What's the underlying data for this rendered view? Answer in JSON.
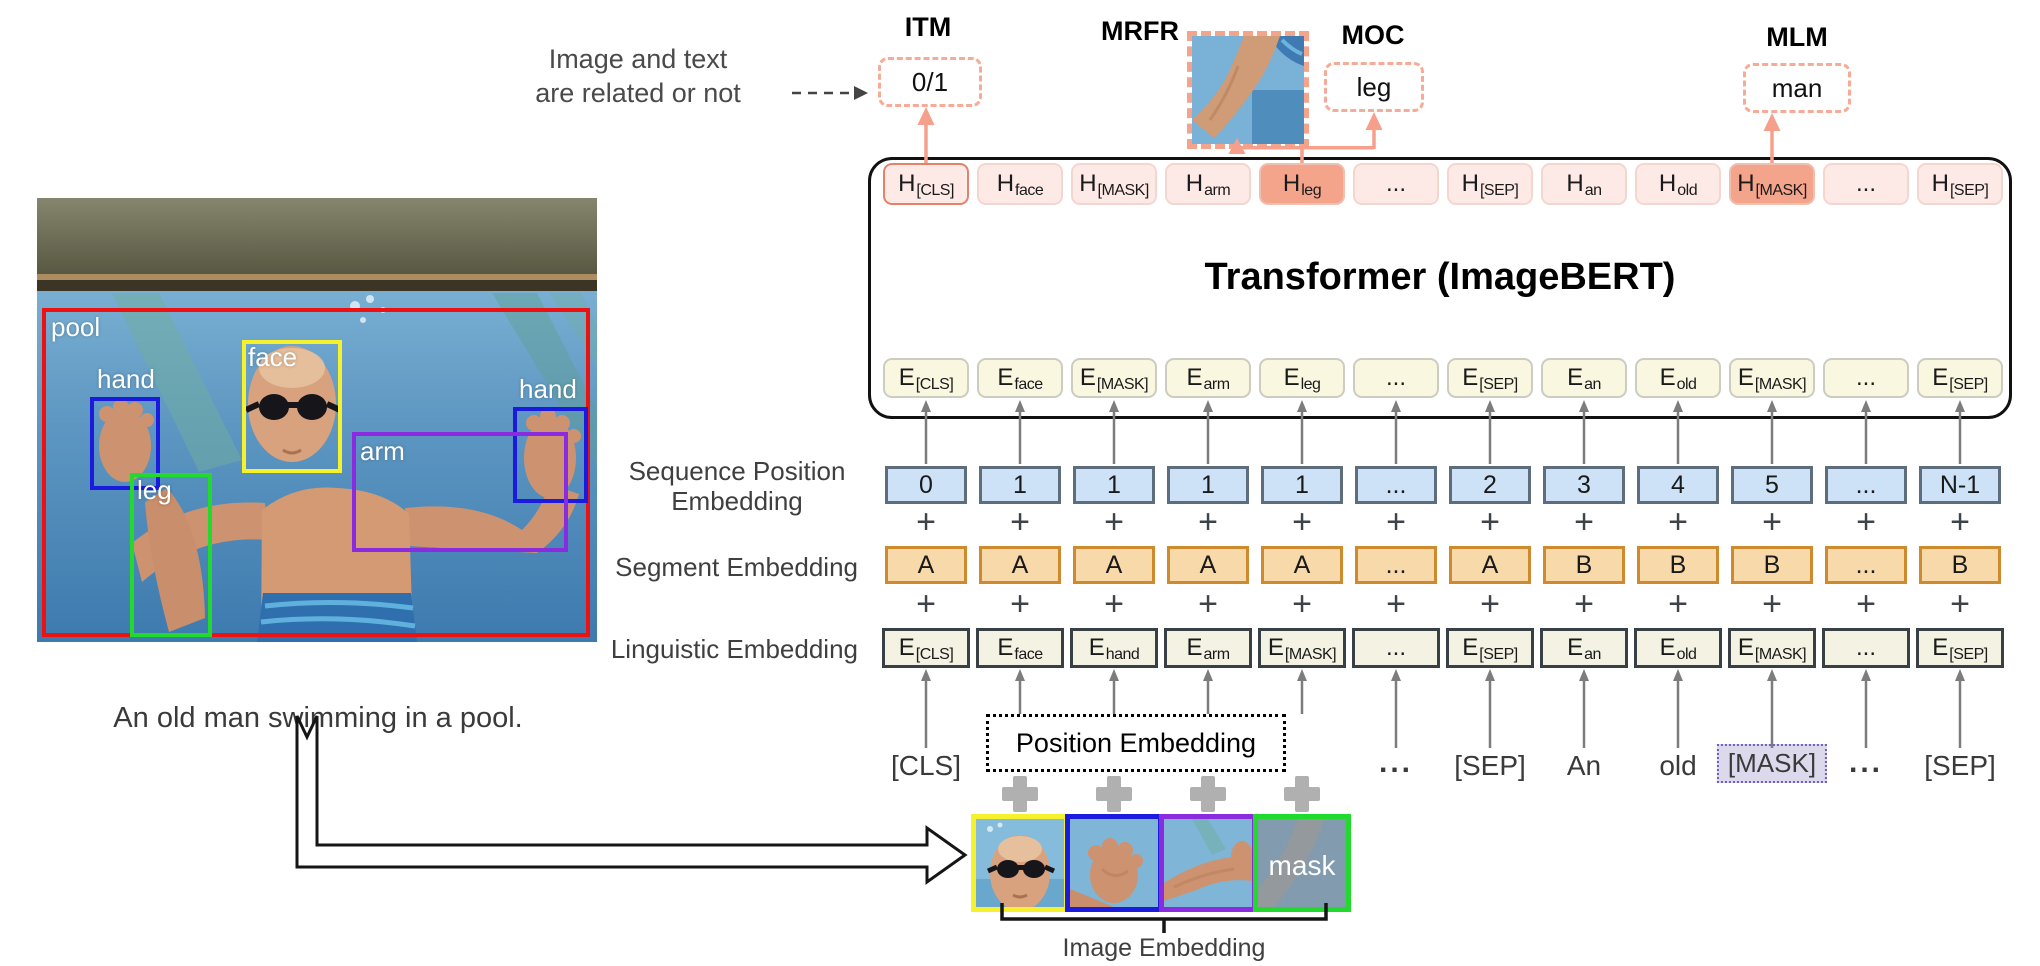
{
  "note": {
    "line1": "Image and text",
    "line2": "are related or not"
  },
  "tasks": {
    "itm_label": "ITM",
    "itm_value": "0/1",
    "mrfr_label": "MRFR",
    "moc_label": "MOC",
    "moc_value": "leg",
    "mlm_label": "MLM",
    "mlm_value": "man"
  },
  "transformer": {
    "title": "Transformer (ImageBERT)"
  },
  "rows": {
    "h": {
      "cells": [
        {
          "t": "H",
          "s": "[CLS]",
          "style": "cls"
        },
        {
          "t": "H",
          "s": "face"
        },
        {
          "t": "H",
          "s": "[MASK]"
        },
        {
          "t": "H",
          "s": "arm"
        },
        {
          "t": "H",
          "s": "leg",
          "style": "hl"
        },
        {
          "t": "..."
        },
        {
          "t": "H",
          "s": "[SEP]"
        },
        {
          "t": "H",
          "s": "an"
        },
        {
          "t": "H",
          "s": "old"
        },
        {
          "t": "H",
          "s": "[MASK]",
          "style": "hl"
        },
        {
          "t": "..."
        },
        {
          "t": "H",
          "s": "[SEP]"
        }
      ]
    },
    "e_top": {
      "cells": [
        {
          "t": "E",
          "s": "[CLS]"
        },
        {
          "t": "E",
          "s": "face"
        },
        {
          "t": "E",
          "s": "[MASK]"
        },
        {
          "t": "E",
          "s": "arm"
        },
        {
          "t": "E",
          "s": "leg"
        },
        {
          "t": "..."
        },
        {
          "t": "E",
          "s": "[SEP]"
        },
        {
          "t": "E",
          "s": "an"
        },
        {
          "t": "E",
          "s": "old"
        },
        {
          "t": "E",
          "s": "[MASK]"
        },
        {
          "t": "..."
        },
        {
          "t": "E",
          "s": "[SEP]"
        }
      ]
    },
    "seq": {
      "label_line1": "Sequence Position",
      "label_line2": "Embedding",
      "cells": [
        {
          "t": "0"
        },
        {
          "t": "1"
        },
        {
          "t": "1"
        },
        {
          "t": "1"
        },
        {
          "t": "1"
        },
        {
          "t": "..."
        },
        {
          "t": "2"
        },
        {
          "t": "3"
        },
        {
          "t": "4"
        },
        {
          "t": "5"
        },
        {
          "t": "..."
        },
        {
          "t": "N-1"
        }
      ]
    },
    "seg": {
      "label": "Segment Embedding",
      "cells": [
        {
          "t": "A"
        },
        {
          "t": "A"
        },
        {
          "t": "A"
        },
        {
          "t": "A"
        },
        {
          "t": "A"
        },
        {
          "t": "..."
        },
        {
          "t": "A"
        },
        {
          "t": "B"
        },
        {
          "t": "B"
        },
        {
          "t": "B"
        },
        {
          "t": "..."
        },
        {
          "t": "B"
        }
      ]
    },
    "ling": {
      "label": "Linguistic Embedding",
      "cells": [
        {
          "t": "E",
          "s": "[CLS]"
        },
        {
          "t": "E",
          "s": "face"
        },
        {
          "t": "E",
          "s": "hand"
        },
        {
          "t": "E",
          "s": "arm"
        },
        {
          "t": "E",
          "s": "[MASK]"
        },
        {
          "t": "..."
        },
        {
          "t": "E",
          "s": "[SEP]"
        },
        {
          "t": "E",
          "s": "an"
        },
        {
          "t": "E",
          "s": "old"
        },
        {
          "t": "E",
          "s": "[MASK]"
        },
        {
          "t": "..."
        },
        {
          "t": "E",
          "s": "[SEP]"
        }
      ]
    },
    "plus_row": {
      "cells": [
        {
          "t": "+"
        },
        {
          "t": "+"
        },
        {
          "t": "+"
        },
        {
          "t": "+"
        },
        {
          "t": "+"
        },
        {
          "t": "+"
        },
        {
          "t": "+"
        },
        {
          "t": "+"
        },
        {
          "t": "+"
        },
        {
          "t": "+"
        },
        {
          "t": "+"
        },
        {
          "t": "+"
        }
      ]
    }
  },
  "bottom": {
    "position_embedding_label": "Position Embedding",
    "image_embedding_label": "Image Embedding",
    "mask_patch_text": "mask",
    "tokens": [
      {
        "col": 1,
        "text": "[CLS]"
      },
      {
        "col": 6,
        "text": "...",
        "style": "dots"
      },
      {
        "col": 7,
        "text": "[SEP]"
      },
      {
        "col": 8,
        "text": "An"
      },
      {
        "col": 9,
        "text": "old"
      },
      {
        "col": 10,
        "text": "[MASK]",
        "style": "mask"
      },
      {
        "col": 11,
        "text": "...",
        "style": "dots"
      },
      {
        "col": 12,
        "text": "[SEP]"
      }
    ]
  },
  "photo": {
    "caption": "An old man swimming in a pool.",
    "box_labels": {
      "pool": "pool",
      "face": "face",
      "hand_left": "hand",
      "hand_right": "hand",
      "arm": "arm",
      "leg": "leg"
    }
  },
  "colors": {
    "salmon_arrow": "#f6a08b",
    "task_dash": "#f5ab97",
    "h_fill": "#fdeae7",
    "h_highlight": "#f5a48c",
    "e_fill": "#faf7e1",
    "seq_fill": "#cde2f7",
    "seg_fill": "#f8d9a9",
    "ling_fill": "#f4f2e3",
    "pool_box": "#ee1111",
    "face_box": "#f5f12c",
    "hand_box": "#1b1be0",
    "arm_box": "#8b2be0",
    "leg_box": "#22da2e",
    "mask_token_fill": "#dcd9ed",
    "mask_token_border": "#6b62b5"
  }
}
